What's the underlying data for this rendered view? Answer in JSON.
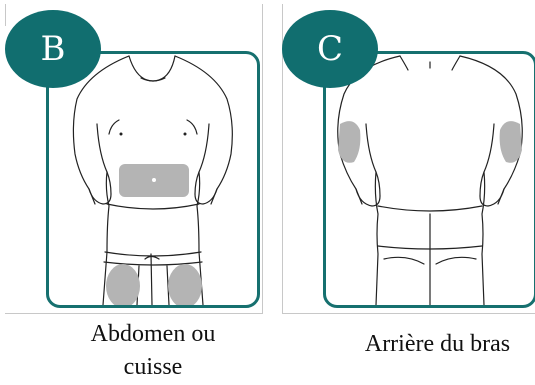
{
  "panels": [
    {
      "badge": "B",
      "caption": "Abdomen ou cuisse"
    },
    {
      "badge": "C",
      "caption": "Arrière du bras"
    }
  ],
  "colors": {
    "badge_fill": "#116e6f",
    "frame_border": "#16706f",
    "injection_zone": "#b4b4b4",
    "outline": "#222222"
  },
  "icons": [
    "front-body-figure",
    "back-body-figure"
  ]
}
